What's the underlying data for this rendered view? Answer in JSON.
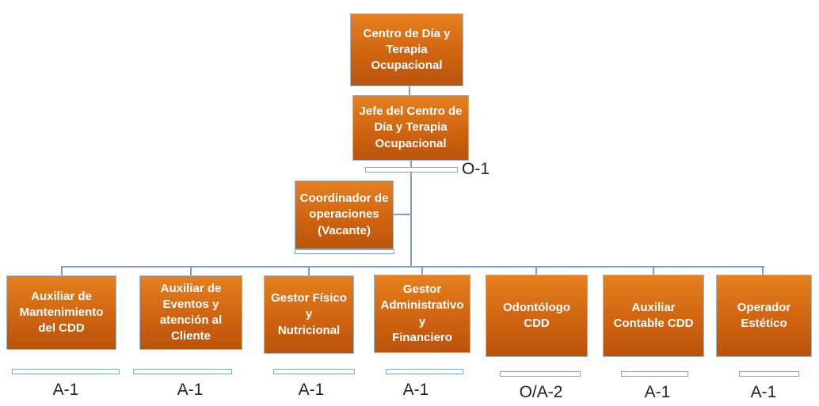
{
  "colors": {
    "box_fill_light": "#e6801f",
    "box_fill_dark": "#b9540c",
    "box_border": "#9fb3c8",
    "box_text": "#ffffff",
    "connector": "#7e9ec8",
    "grade_bar_border": "#7fa8d0",
    "grade_bar_fill": "#ffffff",
    "grade_text": "#222222",
    "background": "#ffffff"
  },
  "nodes": {
    "root": {
      "label": "Centro de Día y\nTerapia\nOcupacional"
    },
    "jefe": {
      "label": "Jefe del Centro de\nDía y Terapia\nOcupacional",
      "grade": "O-1"
    },
    "coordinador": {
      "label": "Coordinador de\noperaciones\n(Vacante)"
    },
    "staff": [
      {
        "label": "Auxiliar de\nMantenimiento\ndel CDD",
        "grade": "A-1"
      },
      {
        "label": "Auxiliar de\nEventos y\natención al\nCliente",
        "grade": "A-1"
      },
      {
        "label": "Gestor Físico y\nNutricional",
        "grade": "A-1"
      },
      {
        "label": "Gestor\nAdministrativo y\nFinanciero",
        "grade": "A-1"
      },
      {
        "label": "Odontólogo\nCDD",
        "grade": "O/A-2"
      },
      {
        "label": "Auxiliar\nContable CDD",
        "grade": "A-1"
      },
      {
        "label": "Operador\nEstético",
        "grade": "A-1"
      }
    ]
  }
}
